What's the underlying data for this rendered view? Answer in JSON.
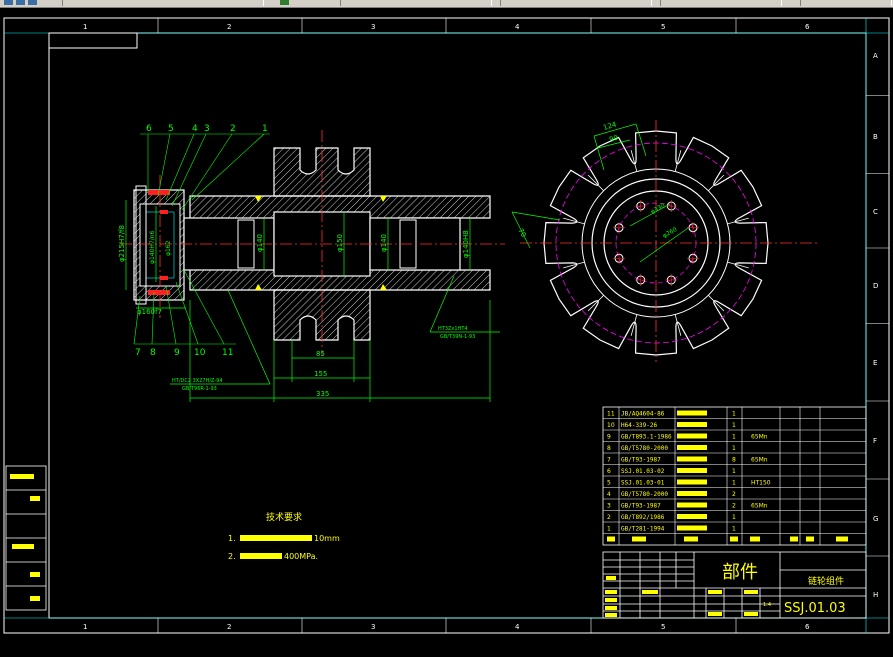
{
  "grid_columns": [
    "1",
    "2",
    "3",
    "4",
    "5",
    "6"
  ],
  "grid_rows": [
    "A",
    "B",
    "C",
    "D",
    "E",
    "F",
    "G",
    "H"
  ],
  "balloons_top": [
    "6",
    "5",
    "4",
    "3",
    "2",
    "1"
  ],
  "balloons_bottom": [
    "7",
    "8",
    "9",
    "10",
    "11"
  ],
  "dimensions": {
    "d_flange": "φ215H7/f8",
    "d_inner": "φ140H7/n6",
    "d_seal": "φ162",
    "d_mid": "φ140",
    "d_center": "φ150",
    "d_right": "φ140",
    "d_outer_right": "φ140H8",
    "d_bottom": "φ160f7",
    "len_85": "85",
    "len_155": "155",
    "len_335": "335",
    "rad_124": "124",
    "rad_90": "90",
    "rad_70": "70",
    "hole_pcd": "φ330",
    "hole_d": "φ260"
  },
  "notes_small": {
    "left": "HT/DC2 3X27H/Z-94",
    "left2": "GB/T96R-1-93",
    "right": "HT3Zx1HT4",
    "right2": "GB/T39N-1-93"
  },
  "tech": {
    "title": "技术要求",
    "line1_prefix": "1. ",
    "line1_value": "10mm",
    "line2_prefix": "2. ",
    "line2_value": "400MPa."
  },
  "bom_rows": [
    {
      "no": "11",
      "code": "JB/AQ4604-86",
      "name": "",
      "qty": "1",
      "mat": ""
    },
    {
      "no": "10",
      "code": "H64-339-26",
      "name": "",
      "qty": "1",
      "mat": ""
    },
    {
      "no": "9",
      "code": "GB/T893.1-1986",
      "name": "",
      "qty": "1",
      "mat": "65Mn"
    },
    {
      "no": "8",
      "code": "GB/T5780-2000",
      "name": "",
      "qty": "1",
      "mat": ""
    },
    {
      "no": "7",
      "code": "GB/T93-1987",
      "name": "",
      "qty": "8",
      "mat": "65Mn"
    },
    {
      "no": "6",
      "code": "SSJ.01.03-02",
      "name": "",
      "qty": "1",
      "mat": ""
    },
    {
      "no": "5",
      "code": "SSJ.01.03-01",
      "name": "",
      "qty": "1",
      "mat": "HT150"
    },
    {
      "no": "4",
      "code": "GB/T5780-2000",
      "name": "",
      "qty": "2",
      "mat": ""
    },
    {
      "no": "3",
      "code": "GB/T93-1987",
      "name": "",
      "qty": "2",
      "mat": "65Mn"
    },
    {
      "no": "2",
      "code": "GB/T892/1986",
      "name": "",
      "qty": "1",
      "mat": ""
    },
    {
      "no": "1",
      "code": "GB/T281-1994",
      "name": "",
      "qty": "1",
      "mat": ""
    }
  ],
  "title_block": {
    "part_name": "部件",
    "assembly_name": "链轮组件",
    "drawing_no": "SSJ.01.03",
    "scale": "1:4"
  },
  "colors": {
    "border": "#ffffff",
    "frame": "#00ffff",
    "outline": "#ffffff",
    "centerline": "#ff3030",
    "hatch": "#ffffff",
    "dim": "#00ff00",
    "text": "#ffff00",
    "pitch": "#ff00ff",
    "cross": "#ff2020"
  }
}
